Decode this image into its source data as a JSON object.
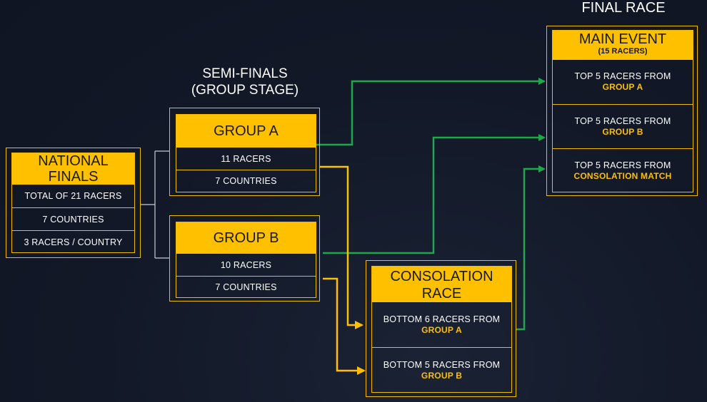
{
  "titles": {
    "semi_line1": "SEMI-FINALS",
    "semi_line2": "(GROUP STAGE)",
    "final": "FINAL RACE"
  },
  "national": {
    "header_line1": "NATIONAL",
    "header_line2": "FINALS",
    "rows": [
      "TOTAL OF 21 RACERS",
      "7 COUNTRIES",
      "3 RACERS / COUNTRY"
    ]
  },
  "group_a": {
    "header": "GROUP A",
    "rows": [
      "11 RACERS",
      "7 COUNTRIES"
    ]
  },
  "group_b": {
    "header": "GROUP B",
    "rows": [
      "10 RACERS",
      "7 COUNTRIES"
    ]
  },
  "consolation": {
    "header_line1": "CONSOLATION",
    "header_line2": "RACE",
    "rows": [
      {
        "text": "BOTTOM 6 RACERS FROM",
        "highlight": "GROUP A"
      },
      {
        "text": "BOTTOM 5 RACERS FROM",
        "highlight": "GROUP B"
      }
    ]
  },
  "main_event": {
    "header": "MAIN EVENT",
    "subheader": "(15 RACERS)",
    "rows": [
      {
        "text": "TOP 5 RACERS FROM",
        "highlight": "GROUP A"
      },
      {
        "text": "TOP 5 RACERS FROM",
        "highlight": "GROUP B"
      },
      {
        "text": "TOP 5 RACERS FROM",
        "highlight": "CONSOLATION MATCH"
      }
    ]
  },
  "colors": {
    "accent": "#ffc000",
    "green_arrow": "#1fa84a",
    "background": "#121827"
  }
}
